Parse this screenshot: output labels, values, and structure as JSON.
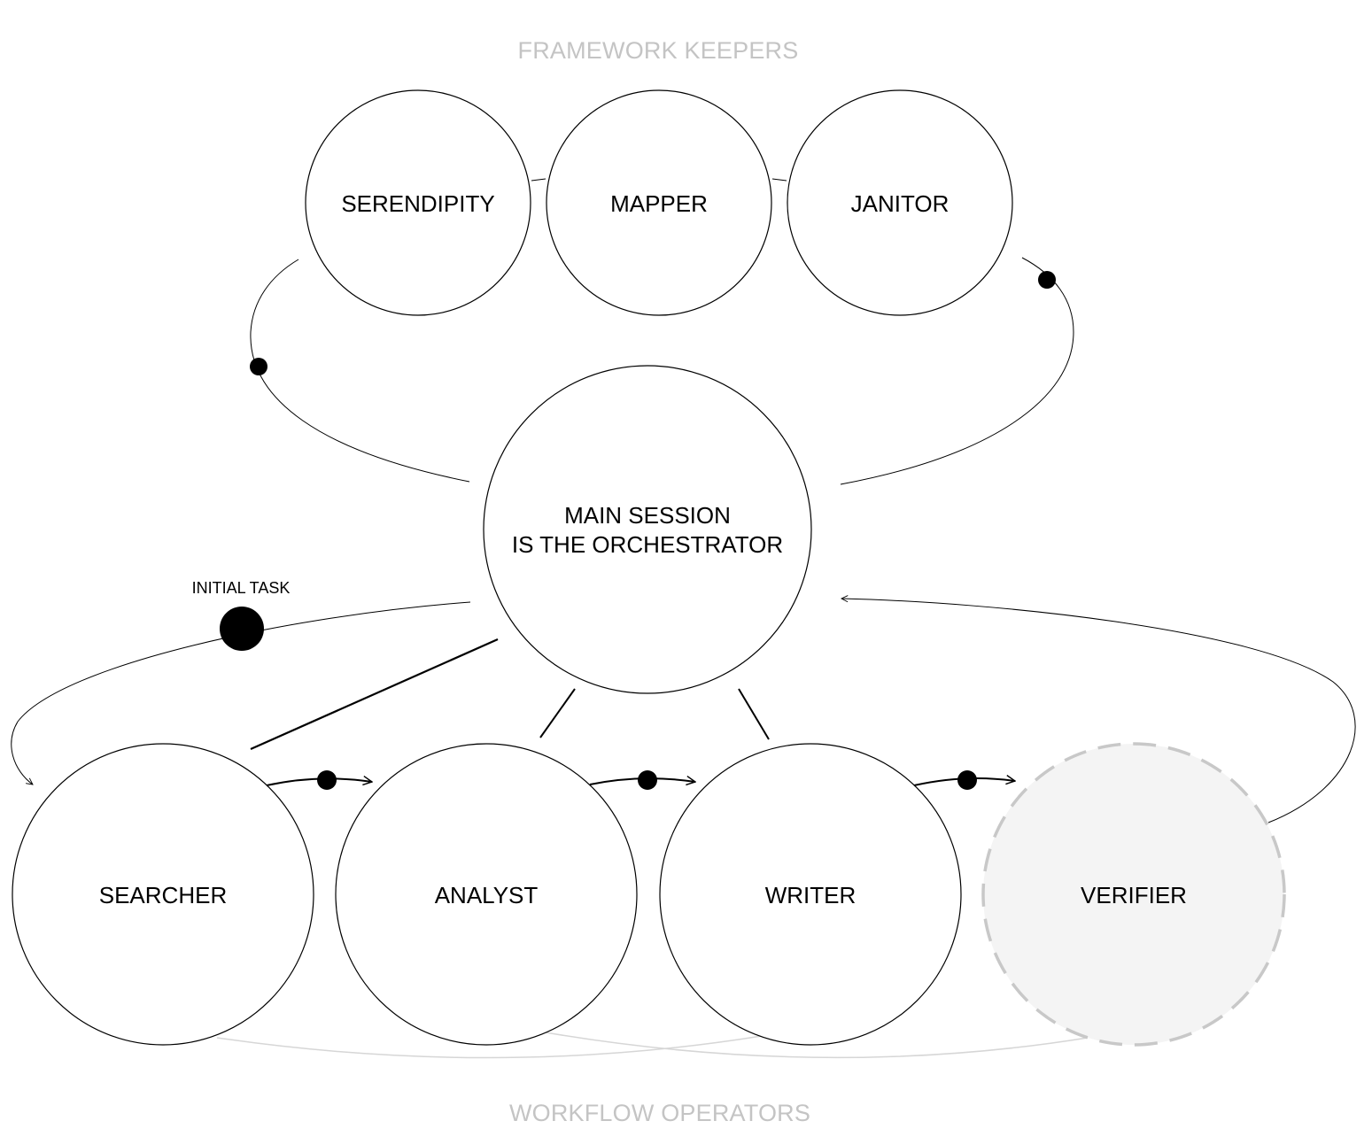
{
  "colors": {
    "ink": "#000000",
    "muted_label": "#c4c4c4",
    "verifier_fill": "#f4f4f4",
    "verifier_stroke": "#c8c8c8",
    "faint_connector": "#d6d6d6"
  },
  "sections": {
    "top_label": "FRAMEWORK KEEPERS",
    "bottom_label": "WORKFLOW OPERATORS"
  },
  "keepers": {
    "serendipity": "SERENDIPITY",
    "mapper": "MAPPER",
    "janitor": "JANITOR"
  },
  "orchestrator": {
    "line1": "MAIN SESSION",
    "line2": "IS THE ORCHESTRATOR"
  },
  "operators": {
    "searcher": "SEARCHER",
    "analyst": "ANALYST",
    "writer": "WRITER",
    "verifier": "VERIFIER"
  },
  "annotations": {
    "initial_task": "INITIAL TASK"
  }
}
